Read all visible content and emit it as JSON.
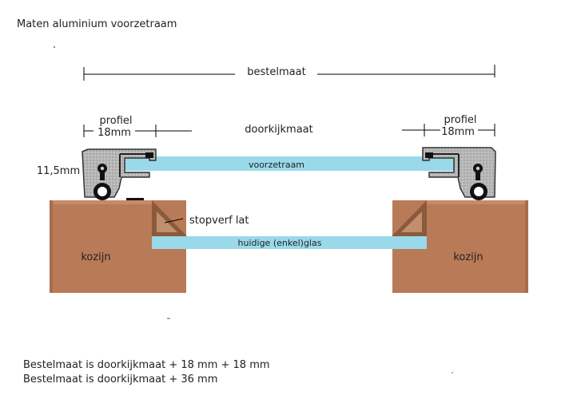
{
  "title": "Maten aluminium voorzetraam",
  "labels": {
    "bestelmaat": "bestelmaat",
    "profiel": "profiel",
    "size_18": "18mm",
    "doorkijkmaat": "doorkijkmaat",
    "height_115": "11,5mm",
    "voorzetraam": "voorzetraam",
    "stopverf": "stopverf lat",
    "huidig_glas": "huidige (enkel)glas",
    "kozijn": "kozijn"
  },
  "footer": {
    "line1": "Bestelmaat is doorkijkmaat + 18 mm + 18 mm",
    "line2": "Bestelmaat is doorkijkmaat + 36 mm"
  },
  "colors": {
    "wood": "#b97a57",
    "wood_dark": "#8b5a3c",
    "glass": "#99d9ea",
    "aluminium": "#b4b4b4",
    "seal": "#111111"
  }
}
